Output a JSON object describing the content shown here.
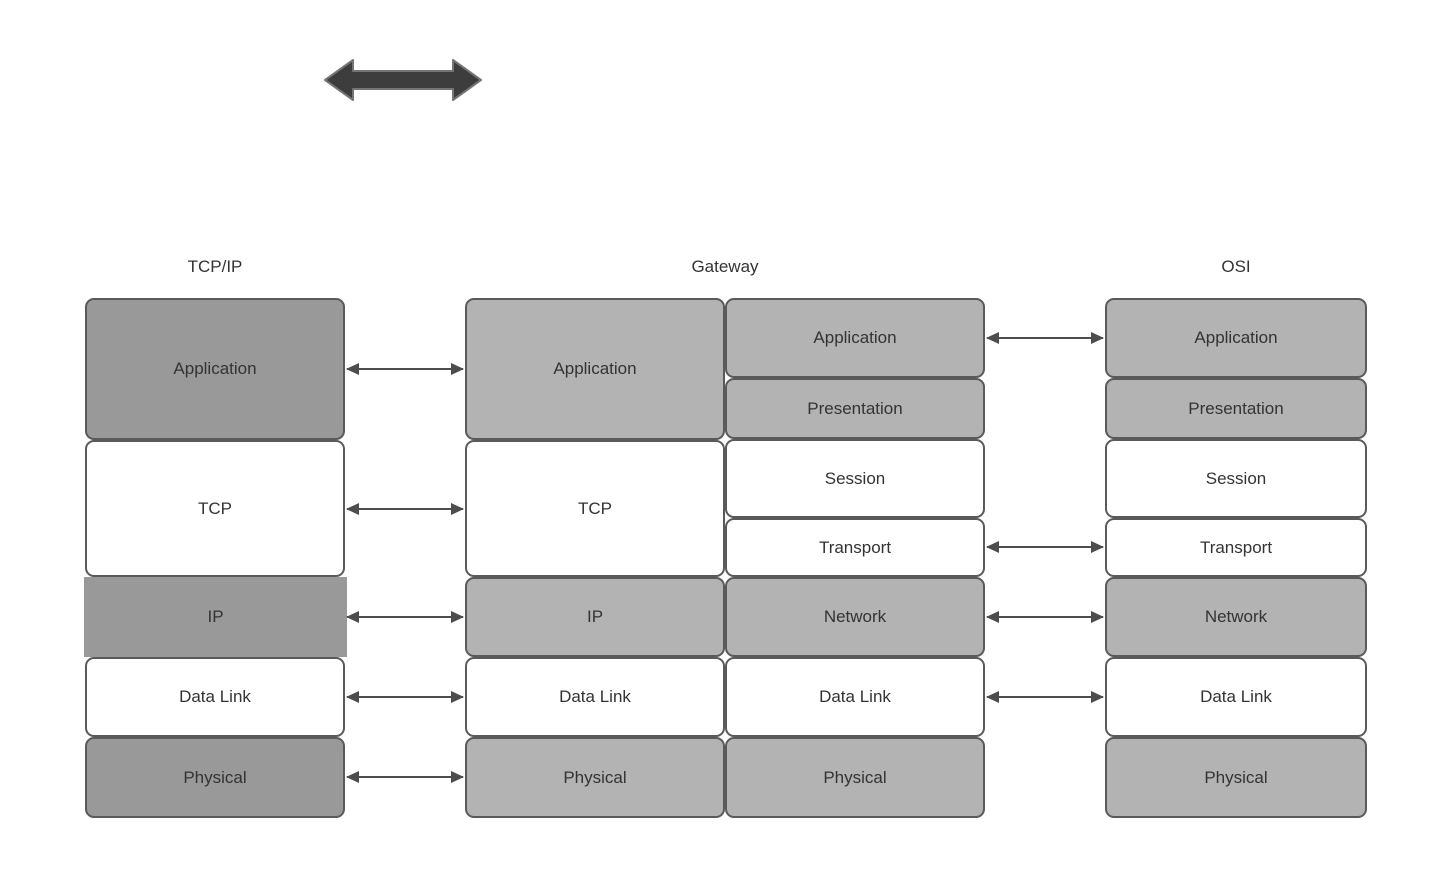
{
  "top_arrow": {
    "icon": "bidirectional-arrow"
  },
  "columns": {
    "tcpip": {
      "header": "TCP/IP",
      "layers": [
        "Application",
        "TCP",
        "IP",
        "Data Link",
        "Physical"
      ]
    },
    "gateway": {
      "header": "Gateway",
      "left_stack": [
        "Application",
        "TCP",
        "IP",
        "Data Link",
        "Physical"
      ],
      "right_stack": [
        "Application",
        "Presentation",
        "Session",
        "Transport",
        "Network",
        "Data Link",
        "Physical"
      ]
    },
    "osi": {
      "header": "OSI",
      "layers": [
        "Application",
        "Presentation",
        "Session",
        "Transport",
        "Network",
        "Data Link",
        "Physical"
      ]
    }
  },
  "connections": {
    "tcpip_to_gateway": [
      "Application",
      "TCP",
      "IP",
      "Data Link",
      "Physical"
    ],
    "gateway_to_osi": [
      "Application",
      "Transport",
      "Network",
      "Data Link"
    ]
  },
  "colors": {
    "background": "#ffffff",
    "dark_gray_fill": "#999999",
    "light_gray_fill": "#b3b3b3",
    "white_fill": "#ffffff",
    "box_border": "#5a5a5a",
    "text": "#333333",
    "arrow": "#4d4d4d",
    "thick_arrow_fill": "#3d3d3d",
    "thick_arrow_stroke": "#757575"
  }
}
